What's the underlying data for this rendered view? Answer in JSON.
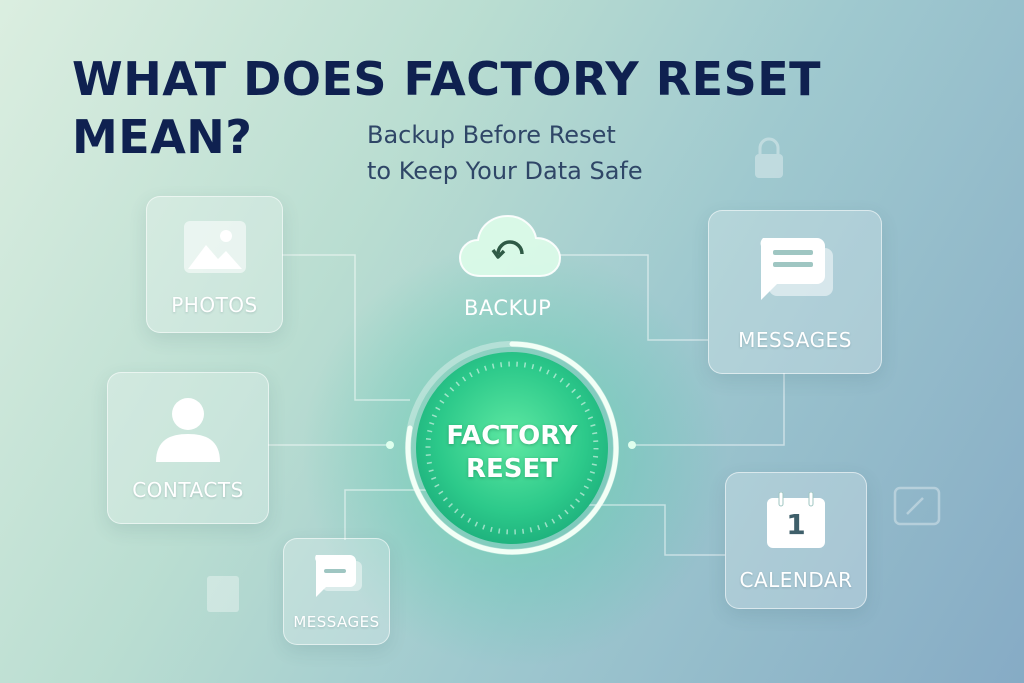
{
  "heading": {
    "title": "WHAT DOES FACTORY RESET MEAN?",
    "subtitle_line1": "Backup Before Reset",
    "subtitle_line2": "to Keep Your Data Safe"
  },
  "center": {
    "line1": "FACTORY",
    "line2": "RESET"
  },
  "backup": {
    "label": "BACKUP",
    "icon": "cloud-sync-icon"
  },
  "cards": {
    "photos": {
      "label": "PHOTOS",
      "icon": "image-icon"
    },
    "contacts": {
      "label": "CONTACTS",
      "icon": "person-icon"
    },
    "messages_right": {
      "label": "MESSAGES",
      "icon": "chat-icon"
    },
    "messages_small": {
      "label": "MESSAGES",
      "icon": "chat-icon"
    },
    "calendar": {
      "label": "CALENDAR",
      "icon": "calendar-icon",
      "day": "1"
    }
  },
  "colors": {
    "title": "#0f2150",
    "accent_green": "#3ee08a",
    "ring": "#e8fff1"
  }
}
